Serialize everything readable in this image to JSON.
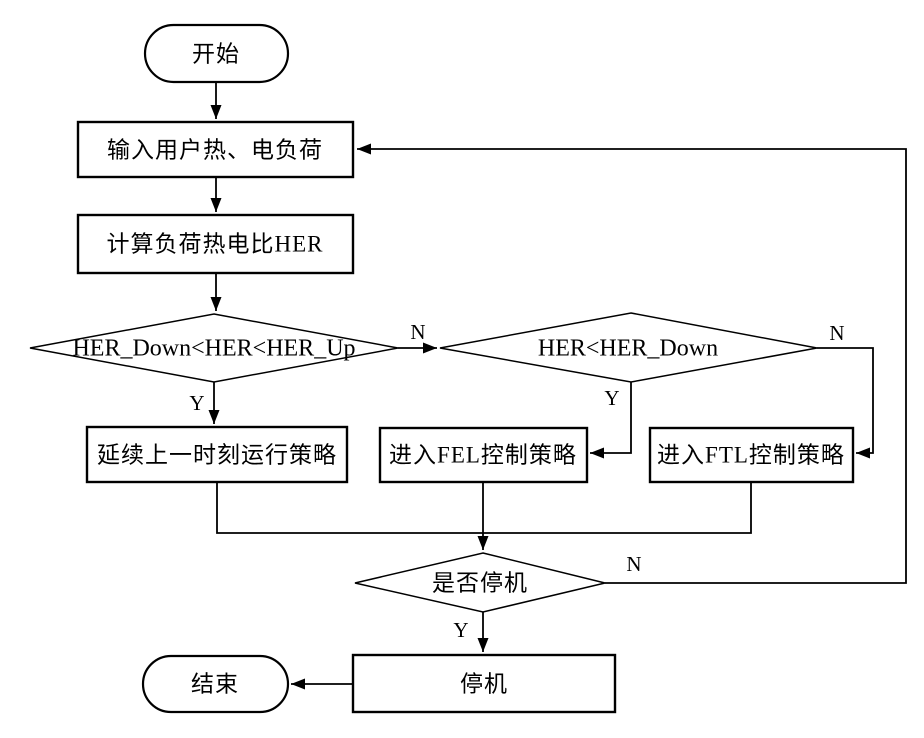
{
  "colors": {
    "background": "#ffffff",
    "stroke": "#000000",
    "text": "#000000"
  },
  "diagram": {
    "type": "flowchart",
    "nodes": {
      "start": {
        "label": "开始",
        "shape": "terminator"
      },
      "input_load": {
        "label": "输入用户热、电负荷",
        "shape": "process"
      },
      "calc_her": {
        "label": "计算负荷热电比HER",
        "shape": "process"
      },
      "check_range": {
        "label": "HER_Down<HER<HER_Up",
        "shape": "decision"
      },
      "check_low": {
        "label": "HER<HER_Down",
        "shape": "decision"
      },
      "keep_strategy": {
        "label": "延续上一时刻运行策略",
        "shape": "process"
      },
      "fel_strategy": {
        "label": "进入FEL控制策略",
        "shape": "process"
      },
      "ftl_strategy": {
        "label": "进入FTL控制策略",
        "shape": "process"
      },
      "check_stop": {
        "label": "是否停机",
        "shape": "decision"
      },
      "shutdown": {
        "label": "停机",
        "shape": "process"
      },
      "end": {
        "label": "结束",
        "shape": "terminator"
      }
    },
    "branches": {
      "range_no": "N",
      "range_yes": "Y",
      "low_no": "N",
      "low_yes": "Y",
      "stop_no": "N",
      "stop_yes": "Y"
    },
    "edges": [
      "start -> input_load",
      "input_load -> calc_her",
      "calc_her -> check_range",
      "check_range -N-> check_low",
      "check_range -Y-> keep_strategy",
      "check_low -Y-> fel_strategy",
      "check_low -N-> ftl_strategy",
      "keep_strategy & fel_strategy & ftl_strategy -> check_stop",
      "check_stop -Y-> shutdown",
      "check_stop -N-> input_load (loop back)",
      "shutdown -> end"
    ]
  }
}
